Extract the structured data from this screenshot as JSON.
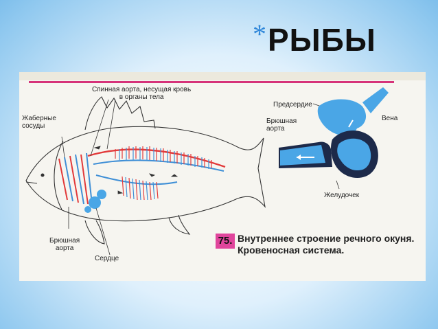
{
  "slide": {
    "title_bullet": "*",
    "title": "РЫБЫ"
  },
  "page_header": {
    "left": "",
    "right_a": "",
    "right_b": ""
  },
  "labels": {
    "dorsal_aorta": "Спинная аорта, несущая кровь\nв органы тела",
    "gill_vessels": "Жаберные\nсосуды",
    "ventral_aorta_left": "Брюшная\nаорта",
    "heart": "Сердце",
    "atrium": "Предсердие",
    "ventral_aorta_right": "Брюшная\nаорта",
    "vein": "Вена",
    "ventricle": "Желудочек"
  },
  "figure": {
    "number": "75.",
    "caption": "Внутреннее строение речного окуня. Кровеносная система."
  },
  "colors": {
    "artery": "#e23a3a",
    "vein": "#3f8fd6",
    "heart": "#4aa6e6",
    "accent": "#d6337a"
  }
}
